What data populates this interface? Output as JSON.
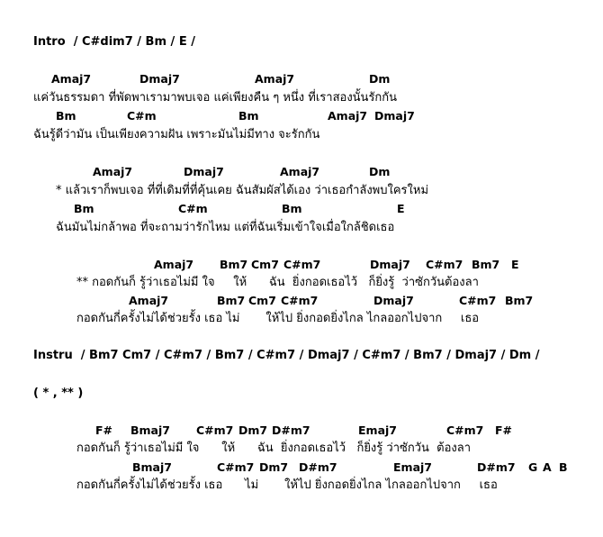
{
  "intro": "Intro  / C#dim7 / Bm / E /",
  "verse": {
    "chords1": [
      "Amaj7",
      "Dmaj7",
      "Amaj7",
      "Dm"
    ],
    "lyric1": "แค่วันธรรมดา ที่พัดพาเรามาพบเจอ แค่เพียงคืน ๆ หนึ่ง ที่เราสองนั้นรักกัน",
    "chords2": [
      "Bm",
      "C#m",
      "Bm",
      "Amaj7",
      "Dmaj7"
    ],
    "lyric2": "ฉันรู้ดีว่ามัน เป็นเพียงความฝัน เพราะมันไม่มีทาง จะรักกัน"
  },
  "pre": {
    "chords1": [
      "Amaj7",
      "Dmaj7",
      "Amaj7",
      "Dm"
    ],
    "lyric1": "* แล้วเราก็พบเจอ ที่ที่เดิมที่ที่คุ้นเคย ฉันสัมผัสได้เอง ว่าเธอกำลังพบใครใหม่",
    "chords2": [
      "Bm",
      "C#m",
      "Bm",
      "E"
    ],
    "lyric2": "ฉันมันไม่กล้าพอ ที่จะถามว่ารักไหม แต่ที่ฉันเริ่มเข้าใจเมื่อใกล้ชิดเธอ"
  },
  "chorus": {
    "chords1": [
      "Amaj7",
      "Bm7",
      "Cm7",
      "C#m7",
      "Dmaj7",
      "C#m7",
      "Bm7",
      "E"
    ],
    "lyric1": "** กอดกันก็ รู้ว่าเธอไม่มี ใจ     ให้      ฉัน  ยิ่งกอดเธอไว้   ก็ยิ่งรู้  ว่าซักวันต้องลา",
    "chords2": [
      "Amaj7",
      "Bm7",
      "Cm7",
      "C#m7",
      "Dmaj7",
      "C#m7",
      "Bm7"
    ],
    "lyric2": "กอดกันกี่ครั้งไม่ได้ช่วยรั้ง เธอ ไม่       ให้ไป ยิ่งกอดยิ่งไกล ไกลออกไปจาก     เธอ"
  },
  "instru": "Instru  / Bm7 Cm7 / C#m7 / Bm7 / C#m7 / Dmaj7 / C#m7 / Bm7 / Dmaj7 / Dm /",
  "repeat": "( * , ** )",
  "chorus2": {
    "chords1": [
      "F#",
      "Bmaj7",
      "C#m7",
      "Dm7",
      "D#m7",
      "Emaj7",
      "C#m7",
      "F#"
    ],
    "lyric1": "กอดกันก็ รู้ว่าเธอไม่มี ใจ      ให้      ฉัน  ยิ่งกอดเธอไว้   ก็ยิ่งรู้ ว่าซักวัน  ต้องลา",
    "chords2": [
      "Bmaj7",
      "C#m7",
      "Dm7",
      "D#m7",
      "Emaj7",
      "D#m7",
      "G",
      "A",
      "B"
    ],
    "lyric2": "กอดกันกี่ครั้งไม่ได้ช่วยรั้ง เธอ      ไม่       ให้ไป ยิ่งกอดยิ่งไกล ไกลออกไปจาก     เธอ"
  }
}
